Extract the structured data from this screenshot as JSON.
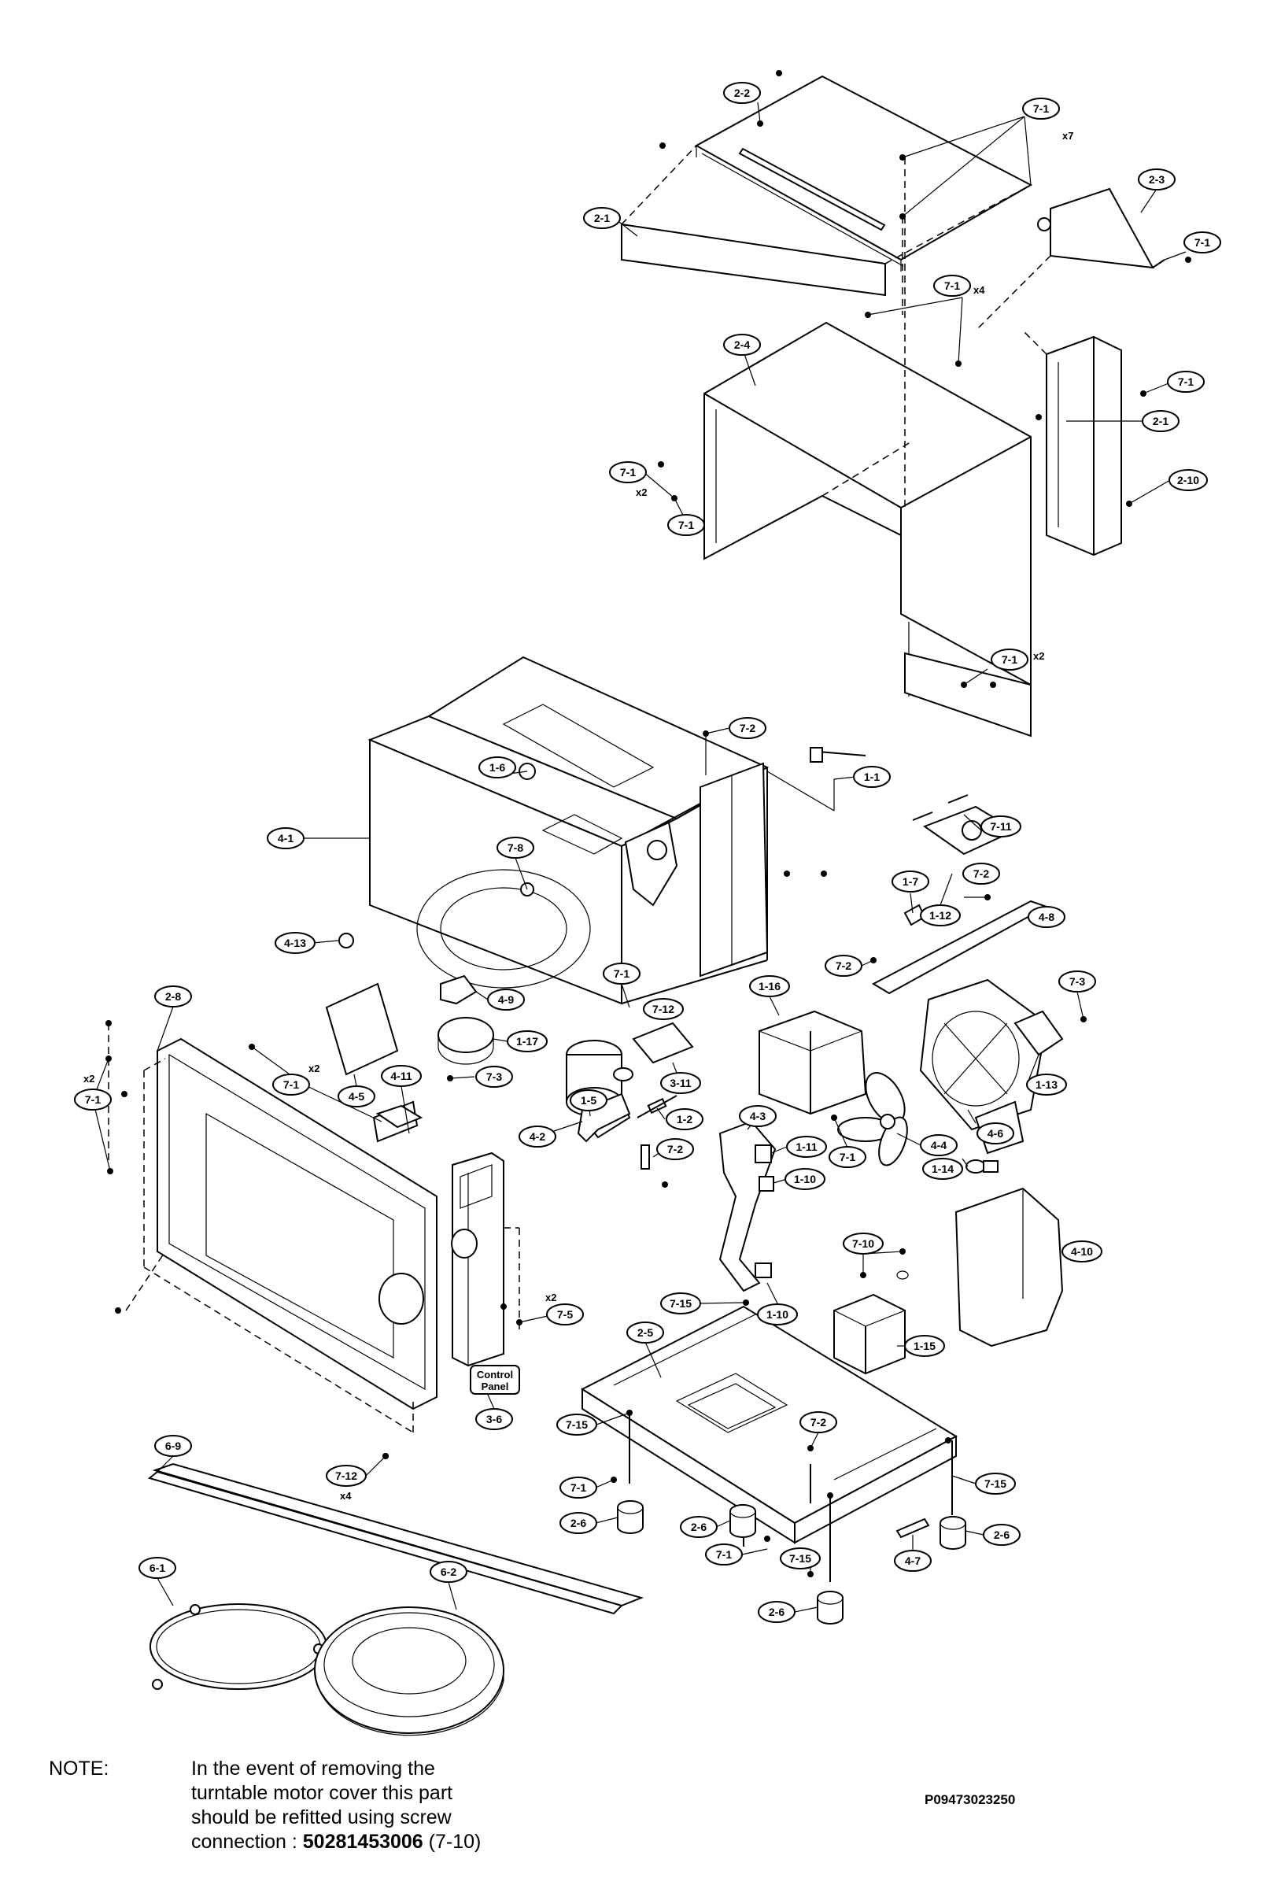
{
  "callouts": {
    "c2_2": "2-2",
    "c7_1_x7": "7-1",
    "c2_3": "2-3",
    "c2_1_top": "2-1",
    "c7_1_r": "7-1",
    "c7_1_x4": "7-1",
    "c2_4": "2-4",
    "c7_1_r2": "7-1",
    "c2_1_side": "2-1",
    "c2_10": "2-10",
    "c7_1_x2a": "7-1",
    "c7_1_l": "7-1",
    "c7_1_x2b": "7-1",
    "c7_2_top": "7-2",
    "c1_6": "1-6",
    "c1_1": "1-1",
    "c4_1": "4-1",
    "c7_11": "7-11",
    "c7_8": "7-8",
    "c1_7": "1-7",
    "c7_2_b": "7-2",
    "c1_12": "1-12",
    "c4_8": "4-8",
    "c4_13": "4-13",
    "c7_2_c": "7-2",
    "c7_3_r": "7-3",
    "c7_1_mid": "7-1",
    "c4_9": "4-9",
    "c7_12": "7-12",
    "c1_16": "1-16",
    "c2_8": "2-8",
    "c1_17": "1-17",
    "c7_3_l": "7-3",
    "c7_1_door": "7-1",
    "c3_11": "3-11",
    "c1_13": "1-13",
    "c7_1_doorl": "7-1",
    "c4_5": "4-5",
    "c4_11": "4-11",
    "c1_5": "1-5",
    "c1_2": "1-2",
    "c4_3": "4-3",
    "c7_1_fan": "7-1",
    "c4_6": "4-6",
    "c4_2": "4-2",
    "c7_2_d": "7-2",
    "c1_11": "1-11",
    "c4_4": "4-4",
    "c1_10a": "1-10",
    "c1_14": "1-14",
    "c7_10": "7-10",
    "c4_10": "4-10",
    "c7_15a": "7-15",
    "c1_10b": "1-10",
    "c7_5": "7-5",
    "c1_15": "1-15",
    "c2_5": "2-5",
    "c3_6": "3-6",
    "c7_15b": "7-15",
    "c7_2_e": "7-2",
    "c6_9": "6-9",
    "c7_12b": "7-12",
    "c7_1_base": "7-1",
    "c7_15c": "7-15",
    "c2_6a": "2-6",
    "c2_6b": "2-6",
    "c7_1_base2": "7-1",
    "c7_15d": "7-15",
    "c4_7": "4-7",
    "c2_6c": "2-6",
    "c6_1": "6-1",
    "c6_2": "6-2",
    "c2_6d": "2-6"
  },
  "multipliers": {
    "x7": "x7",
    "x4": "x4",
    "x2_cab": "x2",
    "x2_bottom": "x2",
    "x2_door": "x2",
    "x2_doorl": "x2",
    "x2_panel": "x2",
    "x4_door": "x4"
  },
  "control_panel_label": [
    "Control",
    "Panel"
  ],
  "note": {
    "label": "NOTE:",
    "lines": [
      "In the event of removing the",
      "turntable motor cover this part",
      "should be refitted using screw"
    ],
    "connection_prefix": "connection : ",
    "part_number": "50281453006",
    "suffix": " (7-10)"
  },
  "document_id": "P09473023250"
}
